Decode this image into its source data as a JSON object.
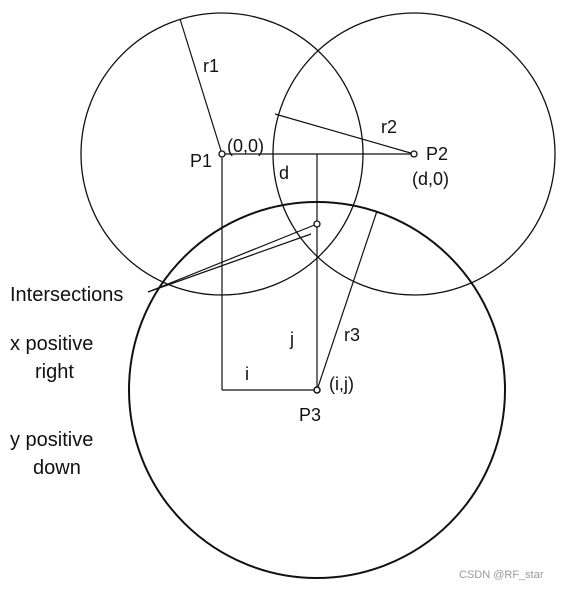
{
  "labels": {
    "r1": "r1",
    "r2": "r2",
    "r3": "r3",
    "p1": "P1",
    "p1_coord": "(0,0)",
    "p2": "P2",
    "p2_coord": "(d,0)",
    "p3": "P3",
    "p3_coord": "(i,j)",
    "d": "d",
    "i": "i",
    "j": "j",
    "intersections": "Intersections",
    "x_positive_1": "x positive",
    "x_positive_2": "right",
    "y_positive_1": "y positive",
    "y_positive_2": "down"
  },
  "watermark": "CSDN @RF_star",
  "colors": {
    "line": "#111111",
    "background": "#ffffff"
  }
}
